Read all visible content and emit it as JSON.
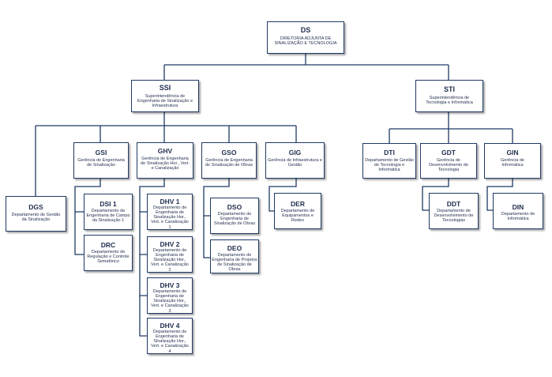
{
  "colors": {
    "line": "#1f3a64",
    "text": "#1f2d4d",
    "background": "#ffffff"
  },
  "units": {
    "ds": {
      "code": "DS",
      "name": "DIRETORIA ADJUNTA DE SINALIZAÇÃO E TECNOLOGIA"
    },
    "ssi": {
      "code": "SSI",
      "name": "Superintendência de Engenharia de Sinalização e Infraestrutura"
    },
    "sti": {
      "code": "STI",
      "name": "Superintendência de Tecnologia e Informática"
    },
    "dgs": {
      "code": "DGS",
      "name": "Departamento de Gestão da Sinalização"
    },
    "gsi": {
      "code": "GSI",
      "name": "Gerência de Engenharia de Sinalização"
    },
    "ghv": {
      "code": "GHV",
      "name": "Gerência de Engenharia de Sinalização Hor., Vert. e Canalização"
    },
    "gso": {
      "code": "GSO",
      "name": "Gerência de Engenharia de Sinalização de Obras"
    },
    "gig": {
      "code": "GIG",
      "name": "Gerência de Infraestrutura e Gestão"
    },
    "dti": {
      "code": "DTI",
      "name": "Departamento de Gestão de Tecnologia e Informática"
    },
    "gdt": {
      "code": "GDT",
      "name": "Gerência de Desenvolvimento de Tecnologia"
    },
    "gin": {
      "code": "GIN",
      "name": "Gerência de Informática"
    },
    "dsi1": {
      "code": "DSI 1",
      "name": "Departamento de Engenharia de Campo da Sinalização 1"
    },
    "drc": {
      "code": "DRC",
      "name": "Departamento de Regulação e Controle Semafórico"
    },
    "dhv1": {
      "code": "DHV 1",
      "name": "Departamento de Engenharia de Sinalização Hor., Vert. e Canalização 1"
    },
    "dhv2": {
      "code": "DHV 2",
      "name": "Departamento de Engenharia de Sinalização Hor., Vert. e Canalização 2"
    },
    "dhv3": {
      "code": "DHV 3",
      "name": "Departamento de Engenharia de Sinalização Hor., Vert. e Canalização 3"
    },
    "dhv4": {
      "code": "DHV 4",
      "name": "Departamento de Engenharia de Sinalização Hor., Vert. e Canalização 4"
    },
    "dso": {
      "code": "DSO",
      "name": "Departamento de Engenharia de Sinalização de Obras"
    },
    "deo": {
      "code": "DEO",
      "name": "Departamento de Engenharia de Projetos de Sinalização de Obras"
    },
    "der": {
      "code": "DER",
      "name": "Departamento de Equipamentos e Redes"
    },
    "ddt": {
      "code": "DDT",
      "name": "Departamento de Desenvolvimento de Tecnologias"
    },
    "din": {
      "code": "DIN",
      "name": "Departamento de Informática"
    }
  }
}
